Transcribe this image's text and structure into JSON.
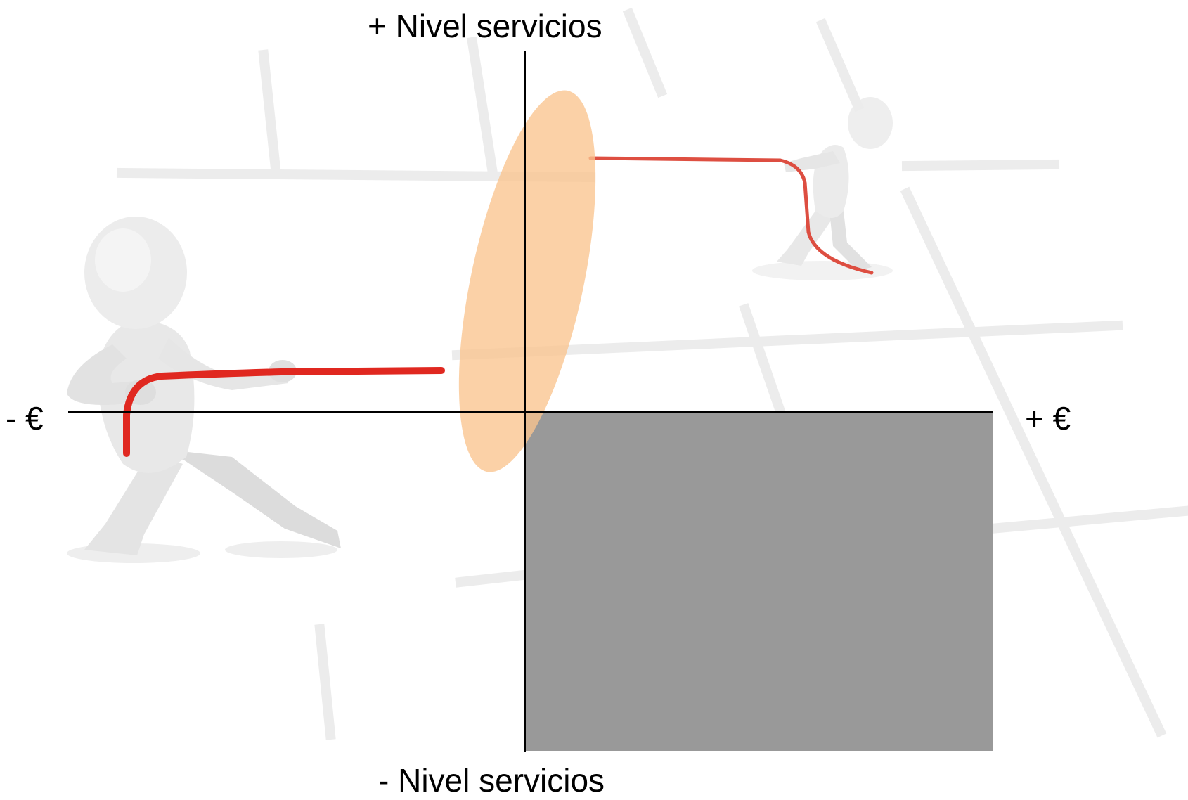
{
  "axes": {
    "y_positive_label": "+ Nivel servicios",
    "y_negative_label": "- Nivel servicios",
    "x_negative_label": "- €",
    "x_positive_label": "+ €"
  },
  "colors": {
    "background": "#ffffff",
    "axis_line": "#000000",
    "shaded_quadrant": "#999999",
    "highlight_ellipse": "#fac48e",
    "rope": "#e02820",
    "figure": "#e8e8e8",
    "floor_grid": "#ececec"
  },
  "illustration": {
    "figures": [
      {
        "name": "figure-pulling-left",
        "icon": "tug-of-war-person-icon"
      },
      {
        "name": "figure-pulling-right",
        "icon": "tug-of-war-person-icon"
      }
    ],
    "rope_color": "red",
    "shaded_quadrant": "bottom-right",
    "highlight": "ellipse-near-origin"
  }
}
